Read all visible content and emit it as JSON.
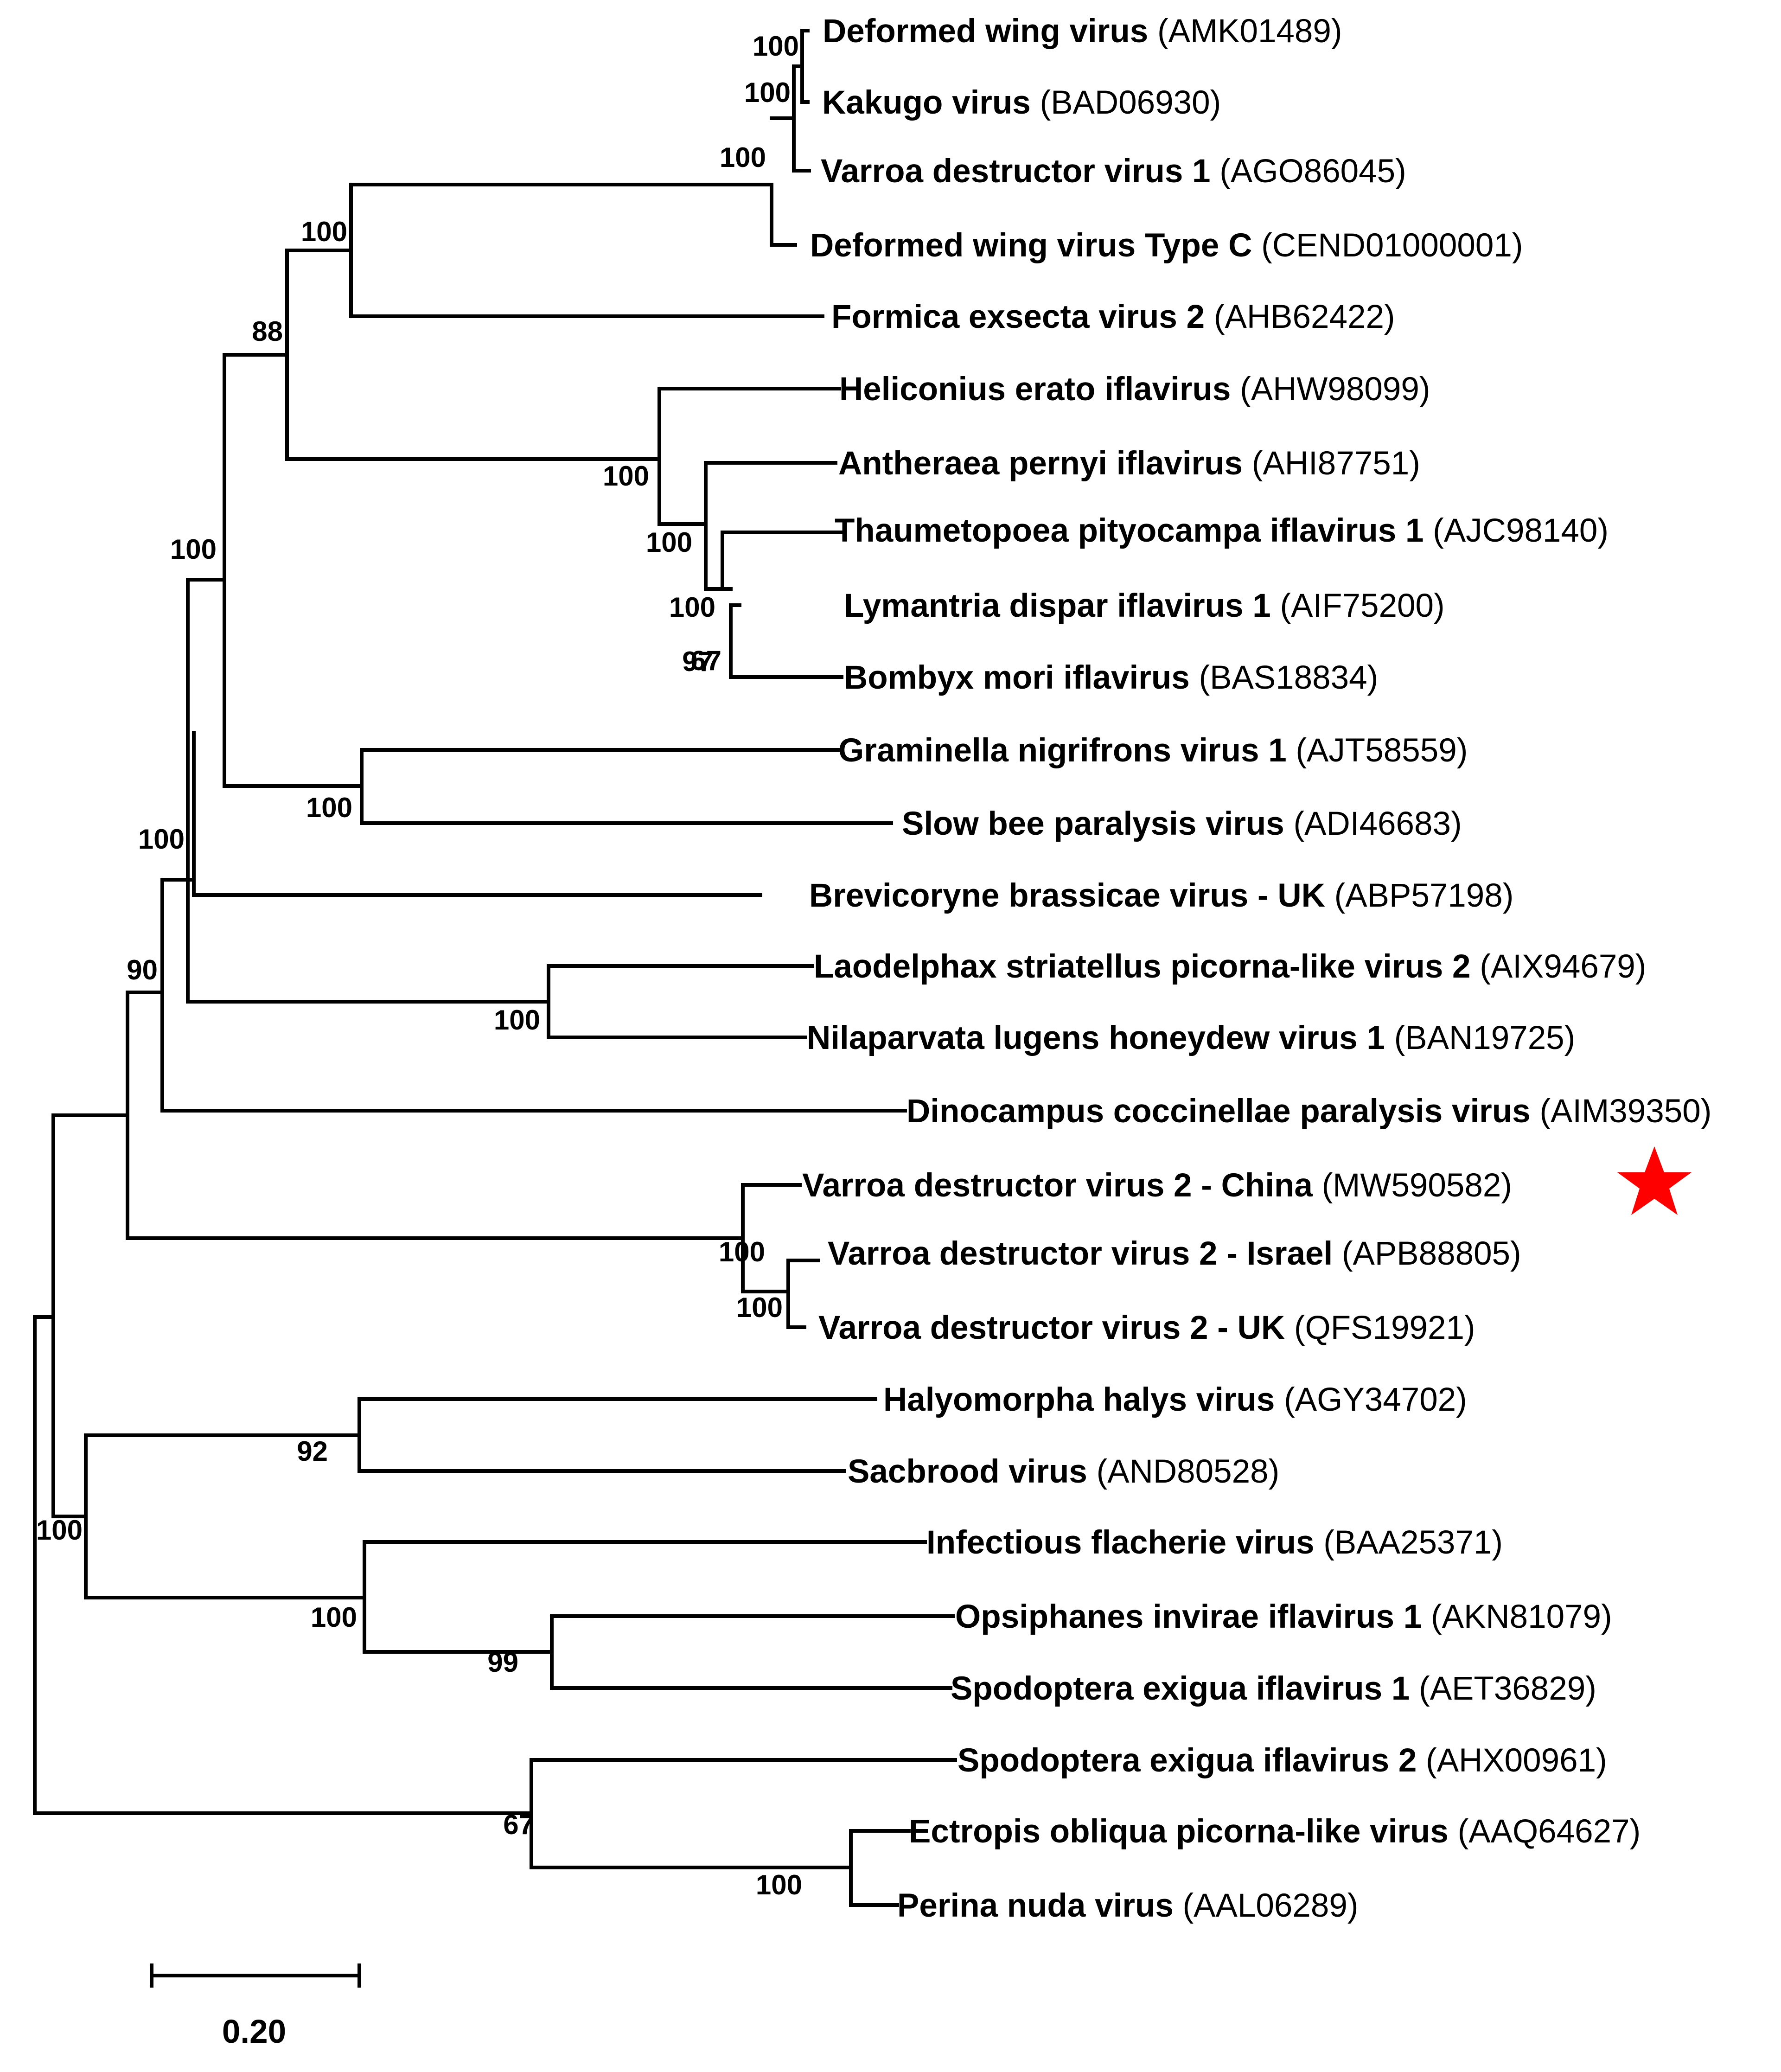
{
  "tree": {
    "taxa": [
      {
        "name": "Deformed wing virus",
        "accession": "(AMK01489)"
      },
      {
        "name": "Kakugo virus",
        "accession": "(BAD06930)"
      },
      {
        "name": "Varroa destructor virus 1",
        "accession": "(AGO86045)"
      },
      {
        "name": "Deformed wing virus Type C",
        "accession": "(CEND01000001)"
      },
      {
        "name": "Formica exsecta virus 2",
        "accession": "(AHB62422)"
      },
      {
        "name": "Heliconius erato iflavirus",
        "accession": "(AHW98099)"
      },
      {
        "name": "Antheraea pernyi iflavirus",
        "accession": "(AHI87751)"
      },
      {
        "name": "Thaumetopoea pityocampa iflavirus 1",
        "accession": "(AJC98140)"
      },
      {
        "name": "Lymantria dispar iflavirus 1",
        "accession": "(AIF75200)"
      },
      {
        "name": "Bombyx mori iflavirus",
        "accession": "(BAS18834)"
      },
      {
        "name": "Graminella nigrifrons virus 1",
        "accession": "(AJT58559)"
      },
      {
        "name": "Slow bee paralysis virus",
        "accession": "(ADI46683)"
      },
      {
        "name": "Brevicoryne brassicae virus - UK",
        "accession": "(ABP57198)"
      },
      {
        "name": "Laodelphax striatellus picorna-like virus 2",
        "accession": "(AIX94679)"
      },
      {
        "name": "Nilaparvata lugens honeydew virus 1",
        "accession": "(BAN19725)"
      },
      {
        "name": "Dinocampus coccinellae paralysis virus",
        "accession": "(AIM39350)"
      },
      {
        "name": "Varroa destructor virus 2 - China",
        "accession": "(MW590582)",
        "highlight": true
      },
      {
        "name": "Varroa destructor virus 2 - Israel",
        "accession": "(APB88805)"
      },
      {
        "name": "Varroa destructor virus 2 - UK",
        "accession": "(QFS19921)"
      },
      {
        "name": "Halyomorpha halys virus",
        "accession": "(AGY34702)"
      },
      {
        "name": "Sacbrood virus",
        "accession": "(AND80528)"
      },
      {
        "name": "Infectious flacherie virus",
        "accession": "(BAA25371)"
      },
      {
        "name": "Opsiphanes invirae iflavirus 1",
        "accession": "(AKN81079)"
      },
      {
        "name": "Spodoptera exigua iflavirus 1",
        "accession": "(AET36829)"
      },
      {
        "name": "Spodoptera exigua iflavirus 2",
        "accession": "(AHX00961)"
      },
      {
        "name": "Ectropis obliqua picorna-like virus",
        "accession": "(AAQ64627)"
      },
      {
        "name": "Perina nuda virus",
        "accession": "(AAL06289)"
      }
    ],
    "support_values": [
      "100",
      "100",
      "100",
      "100",
      "100",
      "100",
      "100",
      "97",
      "67",
      "100",
      "88",
      "67",
      "100",
      "92",
      "99",
      "100",
      "100",
      "100",
      "90",
      "100",
      "100",
      "100",
      "100"
    ],
    "scale_bar_label": "0.20",
    "highlight_marker": "star-icon",
    "highlight_color": "#ff0000"
  }
}
